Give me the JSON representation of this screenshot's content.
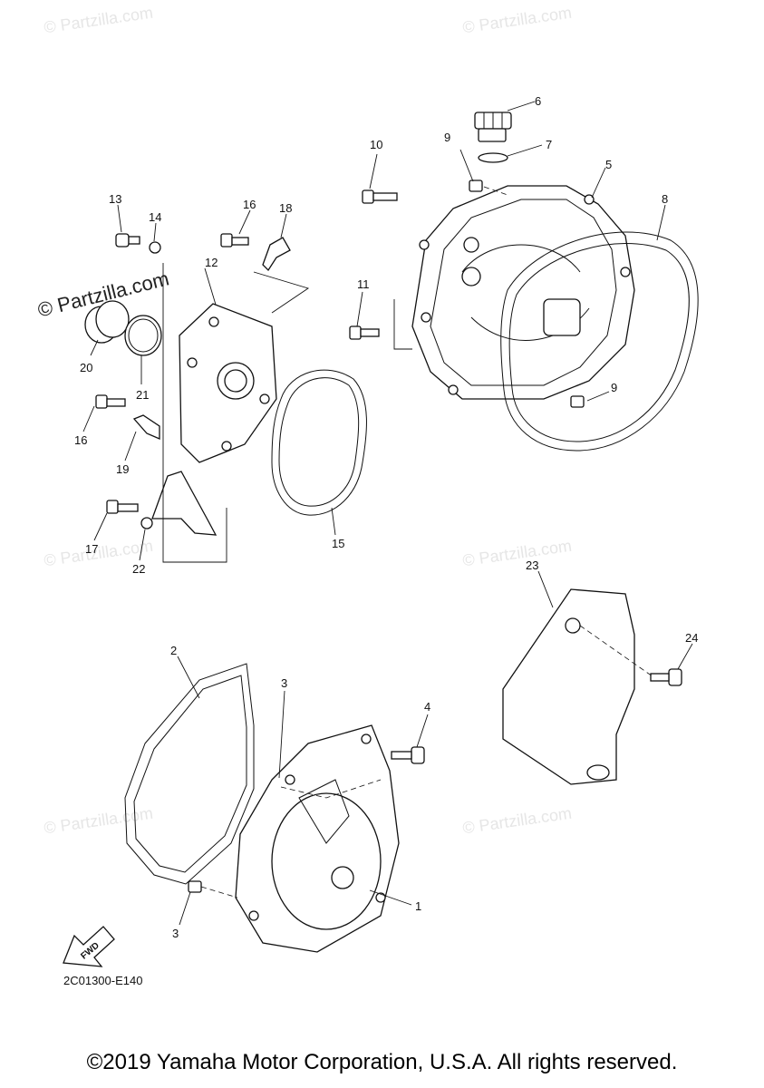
{
  "watermarks": {
    "text": "© Partzilla.com",
    "prominent": "© Partzilla.com"
  },
  "callouts": [
    "1",
    "2",
    "3",
    "3",
    "4",
    "5",
    "6",
    "7",
    "8",
    "9",
    "9",
    "10",
    "11",
    "12",
    "13",
    "14",
    "15",
    "16",
    "16",
    "17",
    "18",
    "19",
    "20",
    "21",
    "22",
    "23",
    "24"
  ],
  "diagram_code": "2C01300-E140",
  "fwd_label": "FWD",
  "copyright": "©2019 Yamaha Motor Corporation, U.S.A. All rights reserved."
}
